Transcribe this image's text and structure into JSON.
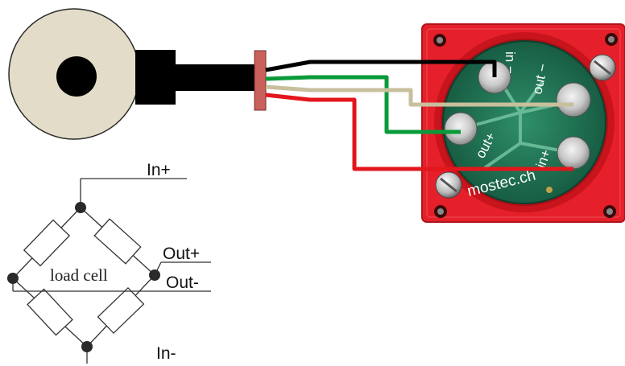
{
  "bridge": {
    "center_label": "load cell",
    "in_plus": "In+",
    "out_plus": "Out+",
    "out_minus": "Out-",
    "in_minus": "In-"
  },
  "sensor": {
    "brand": "mostec.ch",
    "pad_in_minus": "in −",
    "pad_out_minus": "out −",
    "pad_out_plus": "out+",
    "pad_in_plus": "in+"
  },
  "wires": [
    {
      "name": "black-wire",
      "color": "#000000"
    },
    {
      "name": "green-wire",
      "color": "#0a9a3a"
    },
    {
      "name": "tan-wire",
      "color": "#c8bf9c"
    },
    {
      "name": "red-wire",
      "color": "#e3161c"
    }
  ],
  "colors": {
    "housing": "#e5202a",
    "pcb": "#1f7a5a",
    "disc": "#e2dcc8",
    "cable": "#000000",
    "sleeve": "#c9605c"
  }
}
